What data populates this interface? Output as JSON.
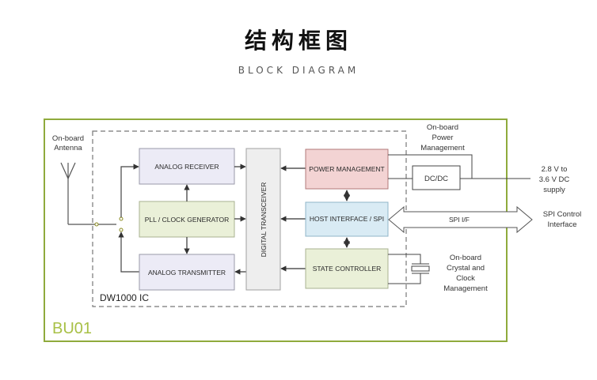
{
  "header": {
    "title_cn": "结构框图",
    "title_en": "BLOCK DIAGRAM"
  },
  "diagram": {
    "board_label": "BU01",
    "ic_label": "DW1000 IC",
    "blocks": {
      "analog_receiver": "ANALOG RECEIVER",
      "pll_clock": "PLL / CLOCK GENERATOR",
      "analog_transmitter": "ANALOG TRANSMITTER",
      "digital_transceiver": "DIGITAL TRANSCEIVER",
      "power_management": "POWER MANAGEMENT",
      "host_interface": "HOST INTERFACE / SPI",
      "state_controller": "STATE CONTROLLER",
      "dcdc": "DC/DC"
    },
    "labels": {
      "antenna": [
        "On-board",
        "Antenna"
      ],
      "power": [
        "On-board",
        "Power",
        "Management"
      ],
      "supply": [
        "2.8 V to",
        "3.6 V DC",
        "supply"
      ],
      "spi_if": "SPI I/F",
      "spi_control": [
        "SPI Control",
        "Interface"
      ],
      "crystal": [
        "On-board",
        "Crystal and",
        "Clock",
        "Management"
      ]
    },
    "colors": {
      "board_border": "#8faa3c",
      "board_label": "#a8c046",
      "receiver_fill": "#ecebf6",
      "pll_fill": "#eaf0d8",
      "power_fill": "#f3d3d3",
      "host_fill": "#d9ebf4",
      "state_fill": "#eaf0d8",
      "transceiver_fill": "#eeeeee"
    }
  }
}
